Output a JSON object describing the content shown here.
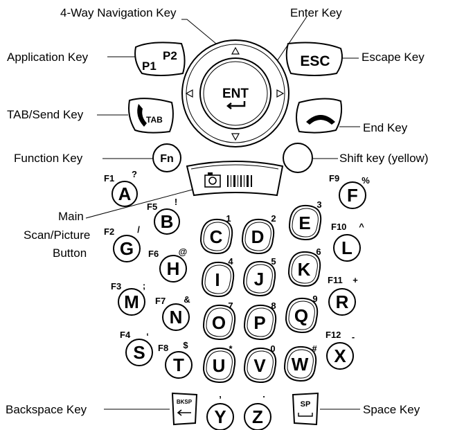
{
  "callouts": {
    "four_way_nav": "4-Way Navigation Key",
    "enter": "Enter Key",
    "application": "Application Key",
    "escape": "Escape Key",
    "tab_send": "TAB/Send Key",
    "end": "End Key",
    "function": "Function Key",
    "shift": "Shift key (yellow)",
    "main_scan_line1": "Main",
    "main_scan_line2": "Scan/Picture",
    "main_scan_line3": "Button",
    "backspace": "Backspace Key",
    "space": "Space Key"
  },
  "keys": {
    "p1": "P1",
    "p2": "P2",
    "esc": "ESC",
    "ent": "ENT",
    "tab": "TAB",
    "fn": "Fn",
    "bksp": "BKSP",
    "sp": "SP"
  },
  "letter_keys": [
    {
      "letter": "A",
      "alt": "F1",
      "sym": "?"
    },
    {
      "letter": "B",
      "alt": "F5",
      "sym": "!"
    },
    {
      "letter": "G",
      "alt": "F2",
      "sym": "/"
    },
    {
      "letter": "H",
      "alt": "F6",
      "sym": "@"
    },
    {
      "letter": "M",
      "alt": "F3",
      "sym": ";"
    },
    {
      "letter": "N",
      "alt": "F7",
      "sym": "&"
    },
    {
      "letter": "S",
      "alt": "F4",
      "sym": "‘"
    },
    {
      "letter": "T",
      "alt": "F8",
      "sym": "$"
    },
    {
      "letter": "C",
      "alt": "",
      "sym": "1"
    },
    {
      "letter": "D",
      "alt": "",
      "sym": "2"
    },
    {
      "letter": "E",
      "alt": "",
      "sym": "3"
    },
    {
      "letter": "I",
      "alt": "",
      "sym": "4"
    },
    {
      "letter": "J",
      "alt": "",
      "sym": "5"
    },
    {
      "letter": "K",
      "alt": "",
      "sym": "6"
    },
    {
      "letter": "O",
      "alt": "",
      "sym": "7"
    },
    {
      "letter": "P",
      "alt": "",
      "sym": "8"
    },
    {
      "letter": "Q",
      "alt": "",
      "sym": "9"
    },
    {
      "letter": "U",
      "alt": "",
      "sym": "*"
    },
    {
      "letter": "V",
      "alt": "",
      "sym": "0"
    },
    {
      "letter": "W",
      "alt": "",
      "sym": "#"
    },
    {
      "letter": "F",
      "alt": "F9",
      "sym": "%"
    },
    {
      "letter": "L",
      "alt": "F10",
      "sym": "^"
    },
    {
      "letter": "R",
      "alt": "F11",
      "sym": "+"
    },
    {
      "letter": "X",
      "alt": "F12",
      "sym": "-"
    },
    {
      "letter": "Y",
      "alt": "",
      "sym": ","
    },
    {
      "letter": "Z",
      "alt": "",
      "sym": "."
    }
  ]
}
